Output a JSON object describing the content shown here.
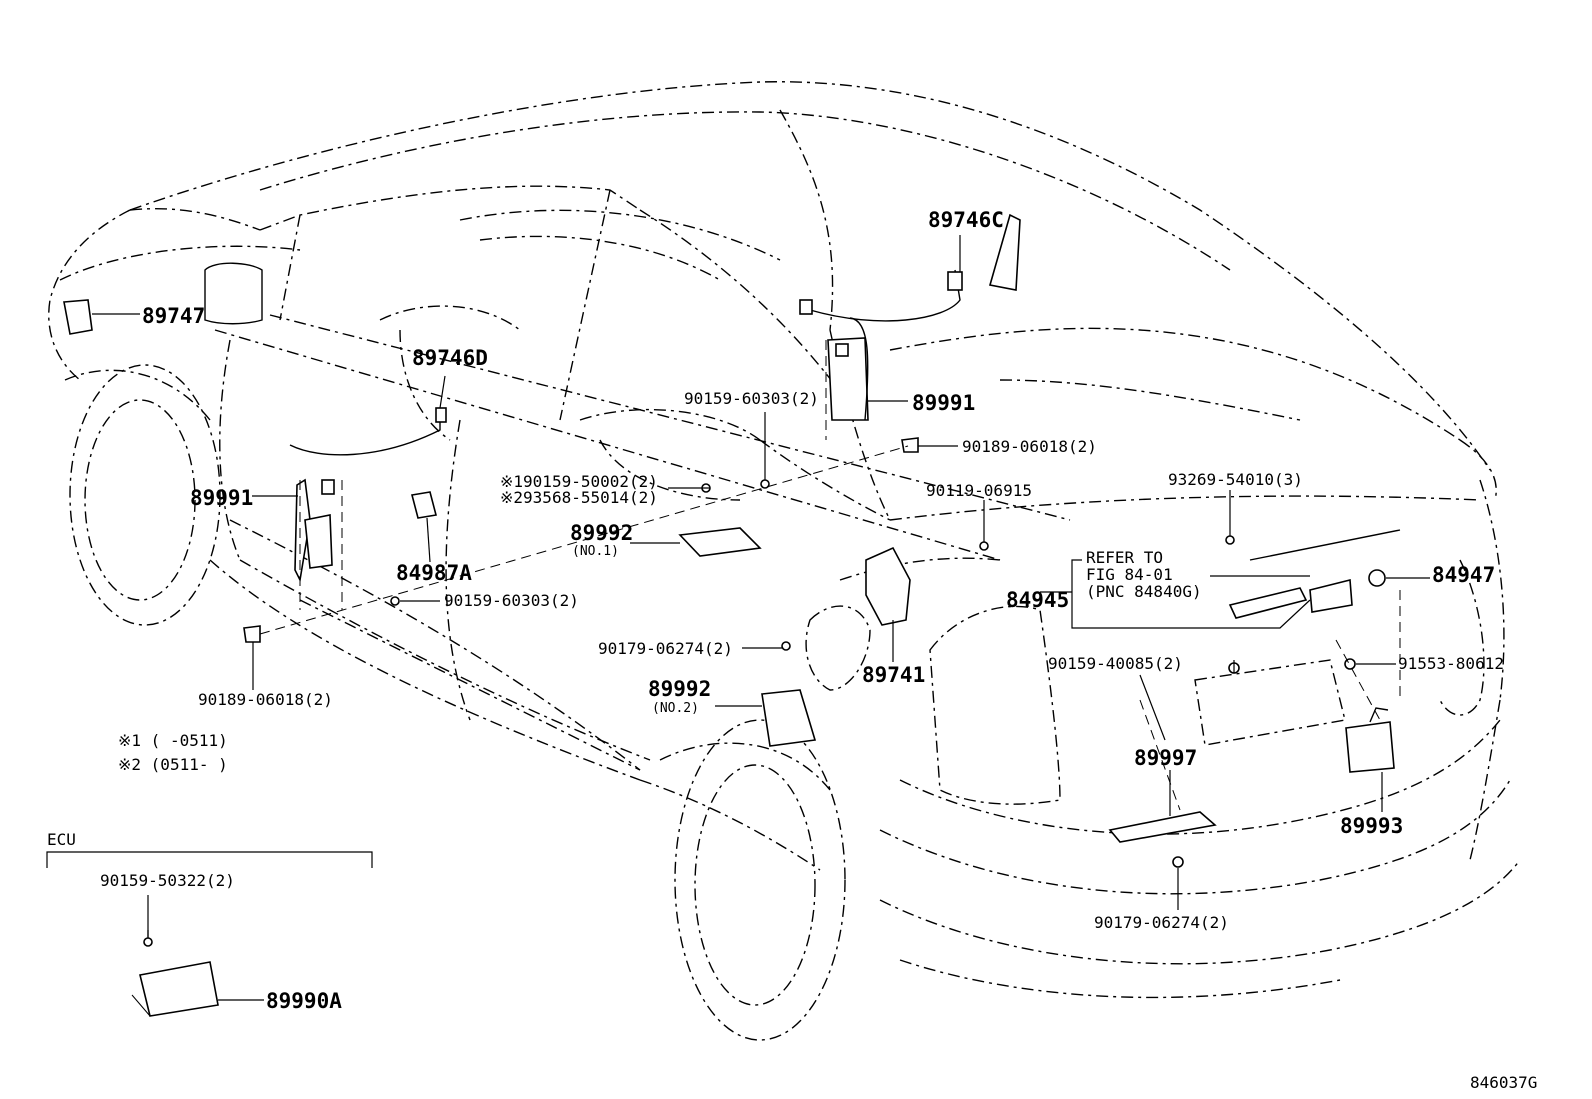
{
  "diagram": {
    "figure_code": "846037G",
    "labels": {
      "p89747": "89747",
      "p89746D": "89746D",
      "p89746C": "89746C",
      "p89991_left": "89991",
      "p89991_right": "89991",
      "p84987A": "84987A",
      "p90159_60303_a": "90159-60303(2)",
      "p90159_60303_b": "90159-60303(2)",
      "p90189_06018_a": "90189-06018(2)",
      "p90189_06018_b": "90189-06018(2)",
      "p90159_50002": "※190159-50002(2)",
      "p93568_55014": "※293568-55014(2)",
      "p89992_no1": "89992",
      "p89992_no1_sub": "(NO.1)",
      "p89992_no2": "89992",
      "p89992_no2_sub": "(NO.2)",
      "p90119_06915": "90119-06915",
      "p93269_54010": "93269-54010(3)",
      "refer_line1": "REFER TO",
      "refer_line2": "FIG 84-01",
      "refer_line3": "(PNC 84840G)",
      "p84945": "84945",
      "p84947": "84947",
      "p90179_06274_a": "90179-06274(2)",
      "p90179_06274_b": "90179-06274(2)",
      "p89741": "89741",
      "p90159_40085": "90159-40085(2)",
      "p91553_80612": "91553-80612",
      "p89997": "89997",
      "p89993": "89993",
      "note1": "※1 (     -0511)",
      "note2": "※2 (0511-     )",
      "ecu_title": "ECU",
      "p90159_50322": "90159-50322(2)",
      "p89990A": "89990A"
    }
  }
}
